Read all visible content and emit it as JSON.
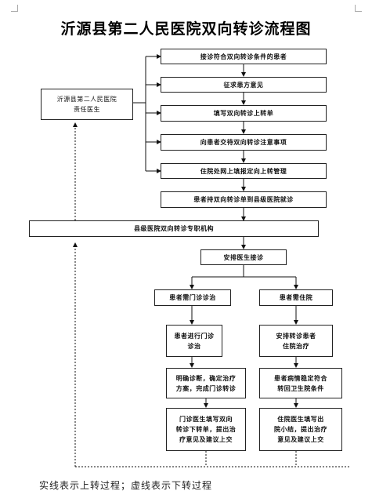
{
  "title": "沂源县第二人民医院双向转诊流程图",
  "left_box": "沂源县第二人民医院\n责任医生",
  "upper_flow": [
    "接诊符合双向转诊条件的患者",
    "征求患方意见",
    "填写双向转诊上转单",
    "向患者交待双向转诊注意事项",
    "住院处网上填报定向上转管理",
    "患者持双向转诊单到县级医院就诊"
  ],
  "wide_box": "县级医院双向转诊专职机构",
  "arrange_box": "安排医生接诊",
  "branch_left": [
    "患者需门诊诊治",
    "患者进行门诊\n诊治",
    "明确诊断，确定治疗\n方案，完成门诊转诊",
    "门诊医生填写双向\n转诊下转单，提出治\n疗意见及建议上交"
  ],
  "branch_right": [
    "患者需住院",
    "安排转诊患者\n住院治疗",
    "患者病情稳定符合\n转回卫生院条件",
    "住院医生填写出\n院小结，提出治疗\n意见及建议上交"
  ],
  "legend": "实线表示上转过程；虚线表示下转过程"
}
